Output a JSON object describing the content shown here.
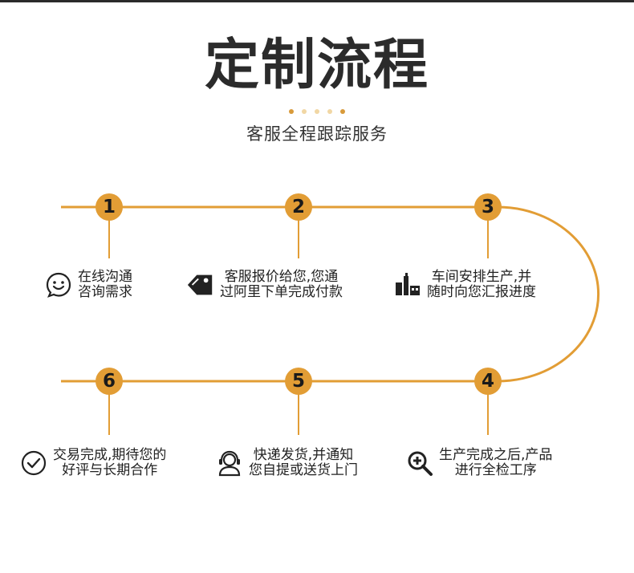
{
  "title": "定制流程",
  "subtitle": "客服全程跟踪服务",
  "colors": {
    "accent": "#e29d35",
    "line": "#e29d35",
    "text": "#222222"
  },
  "steps": [
    {
      "number": "1",
      "line1": "在线沟通",
      "line2": "咨询需求",
      "icon": "smile-chat-icon"
    },
    {
      "number": "2",
      "line1": "客服报价给您,您通",
      "line2": "过阿里下单完成付款",
      "icon": "price-tag-icon"
    },
    {
      "number": "3",
      "line1": "车间安排生产,并",
      "line2": "随时向您汇报进度",
      "icon": "factory-icon"
    },
    {
      "number": "4",
      "line1": "生产完成之后,产品",
      "line2": "进行全检工序",
      "icon": "magnify-plus-icon"
    },
    {
      "number": "5",
      "line1": "快递发货,并通知",
      "line2": "您自提或送货上门",
      "icon": "customer-service-icon"
    },
    {
      "number": "6",
      "line1": "交易完成,期待您的",
      "line2": "好评与长期合作",
      "icon": "check-circle-icon"
    }
  ]
}
